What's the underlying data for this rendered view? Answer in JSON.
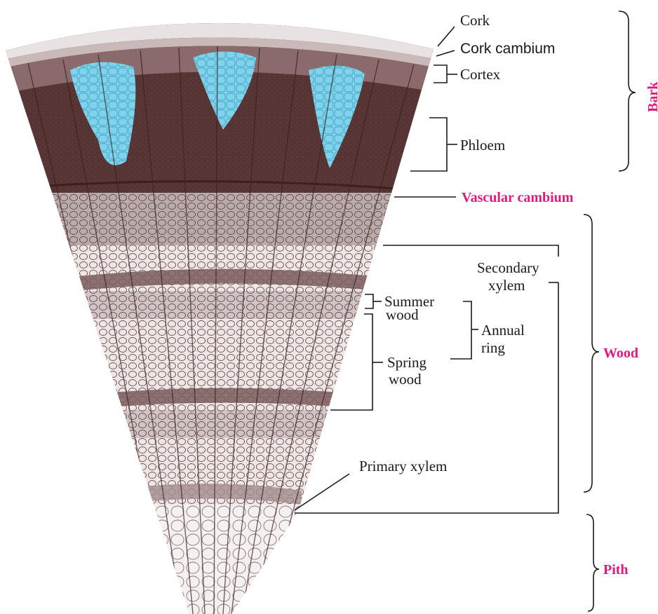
{
  "labels": {
    "cork": "Cork",
    "cork_cambium": "Cork cambium",
    "cortex": "Cortex",
    "phloem": "Phloem",
    "vascular_cambium": "Vascular cambium",
    "secondary_xylem_1": "Secondary",
    "secondary_xylem_2": "xylem",
    "summer_wood_1": "Summer",
    "summer_wood_2": "wood",
    "annual_ring_1": "Annual",
    "annual_ring_2": "ring",
    "spring_wood_1": "Spring",
    "spring_wood_2": "wood",
    "primary_xylem": "Primary xylem"
  },
  "regions": {
    "bark": "Bark",
    "wood": "Wood",
    "pith": "Pith"
  },
  "colors": {
    "accent_label": "#e0197d",
    "bark_tissue": "#5a3535",
    "phloem_highlight": "#7fd3ec",
    "wood_tissue": "#8c6b6b",
    "pith_tissue": "#f4efef"
  }
}
